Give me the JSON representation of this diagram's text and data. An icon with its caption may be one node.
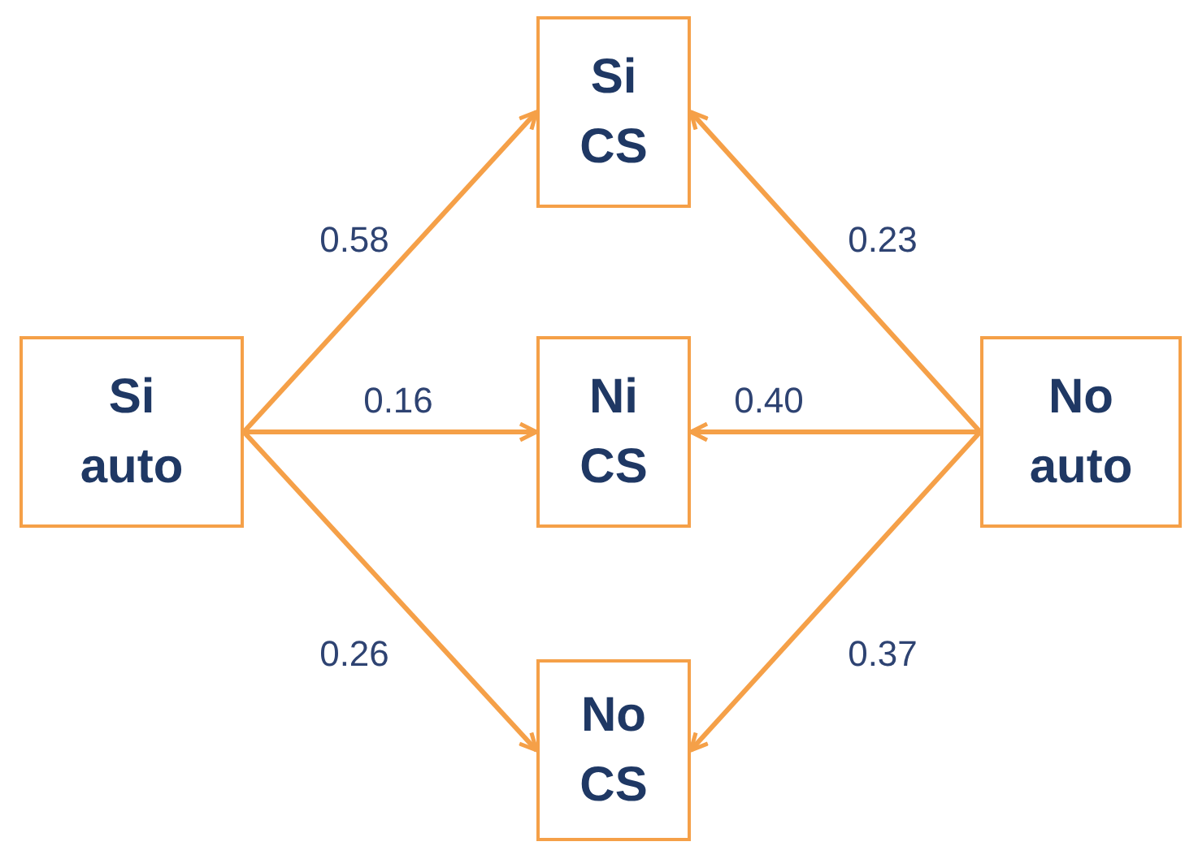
{
  "diagram": {
    "nodes": [
      {
        "text": [
          "Si CS"
        ]
      },
      {
        "text": [
          "Si auto"
        ]
      },
      {
        "text": [
          "Ni CS"
        ]
      },
      {
        "text": [
          "No auto"
        ]
      },
      {
        "text": [
          "No CS"
        ]
      }
    ],
    "edges": [
      {
        "from": 1,
        "to": 0,
        "arrow": "to",
        "label": "0.58"
      },
      {
        "from": 3,
        "to": 0,
        "arrow": "to",
        "label": "0.23"
      },
      {
        "from": 1,
        "to": 2,
        "arrow": "to",
        "label": "0.16"
      },
      {
        "from": 3,
        "to": 2,
        "arrow": "to",
        "label": "0.40"
      },
      {
        "from": 1,
        "to": 4,
        "arrow": "to",
        "label": "0.26"
      },
      {
        "from": 3,
        "to": 4,
        "arrow": "to",
        "label": "0.37"
      }
    ]
  }
}
